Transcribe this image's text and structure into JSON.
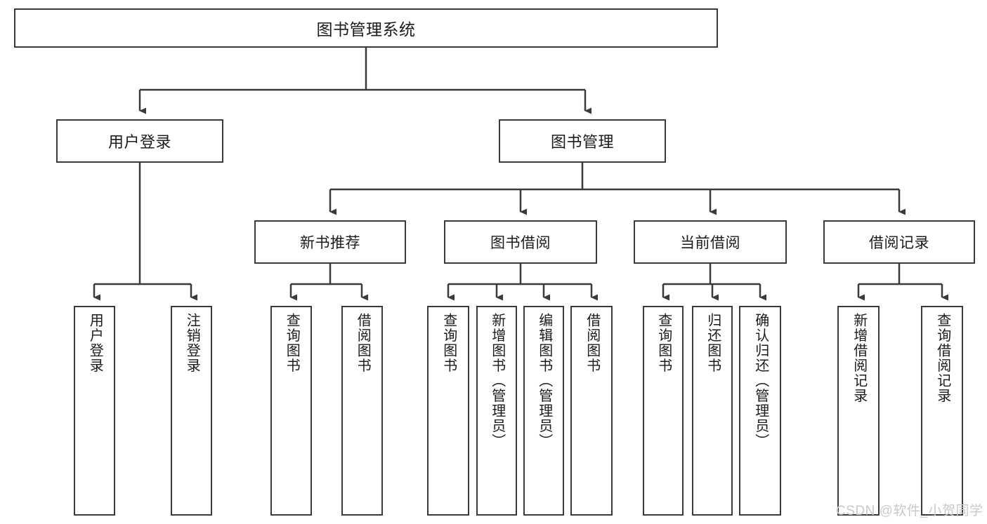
{
  "diagram": {
    "title": "图书管理系统",
    "type": "tree-hierarchy-chart",
    "colors": {
      "box_border": "#3a3a3a",
      "box_fill": "#ffffff",
      "connector": "#3a3a3a",
      "text": "#1b1b1b",
      "watermark": "#c9c9c9",
      "background": "#ffffff"
    }
  },
  "root": {
    "label": "图书管理系统"
  },
  "level2": [
    {
      "label": "用户登录"
    },
    {
      "label": "图书管理"
    }
  ],
  "level3": [
    {
      "label": "新书推荐"
    },
    {
      "label": "图书借阅"
    },
    {
      "label": "当前借阅"
    },
    {
      "label": "借阅记录"
    }
  ],
  "leaves": {
    "user_login": [
      {
        "label": "用户登录"
      },
      {
        "label": "注销登录"
      }
    ],
    "new_book_recommend": [
      {
        "label": "查询图书"
      },
      {
        "label": "借阅图书"
      }
    ],
    "book_borrow": [
      {
        "label": "查询图书"
      },
      {
        "label": "新增图书（管理员）"
      },
      {
        "label": "编辑图书（管理员）"
      },
      {
        "label": "借阅图书"
      }
    ],
    "current_borrow": [
      {
        "label": "查询图书"
      },
      {
        "label": "归还图书"
      },
      {
        "label": "确认归还（管理员）"
      }
    ],
    "borrow_record": [
      {
        "label": "新增借阅记录"
      },
      {
        "label": "查询借阅记录"
      }
    ]
  },
  "watermark": {
    "text": "CSDN @软件_小贺同学"
  }
}
